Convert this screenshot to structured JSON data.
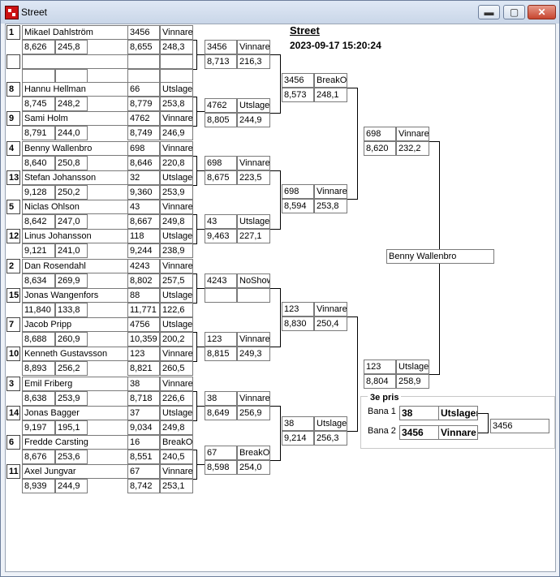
{
  "window": {
    "title": "Street",
    "minimize_label": "▬",
    "maximize_label": "▢",
    "close_label": "✕"
  },
  "header": {
    "title": "Street",
    "datetime": "2023-09-17 15:20:24"
  },
  "seeds": [
    {
      "seed": "1",
      "name": "Mikael Dahlström",
      "time": "8,626",
      "speed": "245,8",
      "opp_no": "3456",
      "opp_result": "Vinnare",
      "opp_time": "8,655",
      "opp_speed": "248,3"
    },
    {
      "seed": "",
      "name": "",
      "time": "",
      "speed": "",
      "opp_no": "",
      "opp_result": "",
      "opp_time": "",
      "opp_speed": ""
    },
    {
      "seed": "8",
      "name": "Hannu Hellman",
      "time": "8,745",
      "speed": "248,2",
      "opp_no": "66",
      "opp_result": "Utslagen",
      "opp_time": "8,779",
      "opp_speed": "253,8"
    },
    {
      "seed": "9",
      "name": "Sami Holm",
      "time": "8,791",
      "speed": "244,0",
      "opp_no": "4762",
      "opp_result": "Vinnare",
      "opp_time": "8,749",
      "opp_speed": "246,9"
    },
    {
      "seed": "4",
      "name": "Benny Wallenbro",
      "time": "8,640",
      "speed": "250,8",
      "opp_no": "698",
      "opp_result": "Vinnare",
      "opp_time": "8,646",
      "opp_speed": "220,8"
    },
    {
      "seed": "13",
      "name": "Stefan Johansson",
      "time": "9,128",
      "speed": "250,2",
      "opp_no": "32",
      "opp_result": "Utslagen",
      "opp_time": "9,360",
      "opp_speed": "253,9"
    },
    {
      "seed": "5",
      "name": "Niclas  Ohlson",
      "time": "8,642",
      "speed": "247,0",
      "opp_no": "43",
      "opp_result": "Vinnare",
      "opp_time": "8,667",
      "opp_speed": "249,8"
    },
    {
      "seed": "12",
      "name": "Linus Johansson",
      "time": "9,121",
      "speed": "241,0",
      "opp_no": "118",
      "opp_result": "Utslagen",
      "opp_time": "9,244",
      "opp_speed": "238,9"
    },
    {
      "seed": "2",
      "name": "Dan Rosendahl",
      "time": "8,634",
      "speed": "269,9",
      "opp_no": "4243",
      "opp_result": "Vinnare",
      "opp_time": "8,802",
      "opp_speed": "257,5"
    },
    {
      "seed": "15",
      "name": "Jonas Wangenfors",
      "time": "11,840",
      "speed": "133,8",
      "opp_no": "88",
      "opp_result": "Utslagen",
      "opp_time": "11,771",
      "opp_speed": "122,6"
    },
    {
      "seed": "7",
      "name": "Jacob Pripp",
      "time": "8,688",
      "speed": "260,9",
      "opp_no": "4756",
      "opp_result": "Utslagen",
      "opp_time": "10,359",
      "opp_speed": "200,2"
    },
    {
      "seed": "10",
      "name": "Kenneth Gustavsson",
      "time": "8,893",
      "speed": "256,2",
      "opp_no": "123",
      "opp_result": "Vinnare",
      "opp_time": "8,821",
      "opp_speed": "260,5"
    },
    {
      "seed": "3",
      "name": "Emil Friberg",
      "time": "8,638",
      "speed": "253,9",
      "opp_no": "38",
      "opp_result": "Vinnare",
      "opp_time": "8,718",
      "opp_speed": "226,6"
    },
    {
      "seed": "14",
      "name": "Jonas Bagger",
      "time": "9,197",
      "speed": "195,1",
      "opp_no": "37",
      "opp_result": "Utslagen",
      "opp_time": "9,034",
      "opp_speed": "249,8"
    },
    {
      "seed": "6",
      "name": "Fredde Carsting",
      "time": "8,676",
      "speed": "253,6",
      "opp_no": "16",
      "opp_result": "BreakOut",
      "opp_time": "8,551",
      "opp_speed": "240,5"
    },
    {
      "seed": "11",
      "name": "Axel Jungvar",
      "time": "8,939",
      "speed": "244,9",
      "opp_no": "67",
      "opp_result": "Vinnare",
      "opp_time": "8,742",
      "opp_speed": "253,1"
    }
  ],
  "round2": [
    {
      "no": "3456",
      "result": "Vinnare",
      "time": "8,713",
      "speed": "216,3"
    },
    {
      "no": "4762",
      "result": "Utslagen",
      "time": "8,805",
      "speed": "244,9"
    },
    {
      "no": "698",
      "result": "Vinnare",
      "time": "8,675",
      "speed": "223,5"
    },
    {
      "no": "43",
      "result": "Utslagen",
      "time": "9,463",
      "speed": "227,1"
    },
    {
      "no": "4243",
      "result": "NoShow",
      "time": "",
      "speed": ""
    },
    {
      "no": "123",
      "result": "Vinnare",
      "time": "8,815",
      "speed": "249,3"
    },
    {
      "no": "38",
      "result": "Vinnare",
      "time": "8,649",
      "speed": "256,9"
    },
    {
      "no": "67",
      "result": "BreakOut",
      "time": "8,598",
      "speed": "254,0"
    }
  ],
  "round3": [
    {
      "no": "3456",
      "result": "BreakOut",
      "time": "8,573",
      "speed": "248,1"
    },
    {
      "no": "698",
      "result": "Vinnare",
      "time": "8,594",
      "speed": "253,8"
    },
    {
      "no": "123",
      "result": "Vinnare",
      "time": "8,830",
      "speed": "250,4"
    },
    {
      "no": "38",
      "result": "Utslagen",
      "time": "9,214",
      "speed": "256,3"
    }
  ],
  "round4": [
    {
      "no": "698",
      "result": "Vinnare",
      "time": "8,620",
      "speed": "232,2"
    },
    {
      "no": "123",
      "result": "Utslagen",
      "time": "8,804",
      "speed": "258,9"
    }
  ],
  "winner": "Benny Wallenbro",
  "third_place": {
    "title": "3e pris",
    "lanes": [
      {
        "label": "Bana 1",
        "no": "38",
        "result": "Utslagen"
      },
      {
        "label": "Bana 2",
        "no": "3456",
        "result": "Vinnare"
      }
    ],
    "winner": "3456"
  }
}
